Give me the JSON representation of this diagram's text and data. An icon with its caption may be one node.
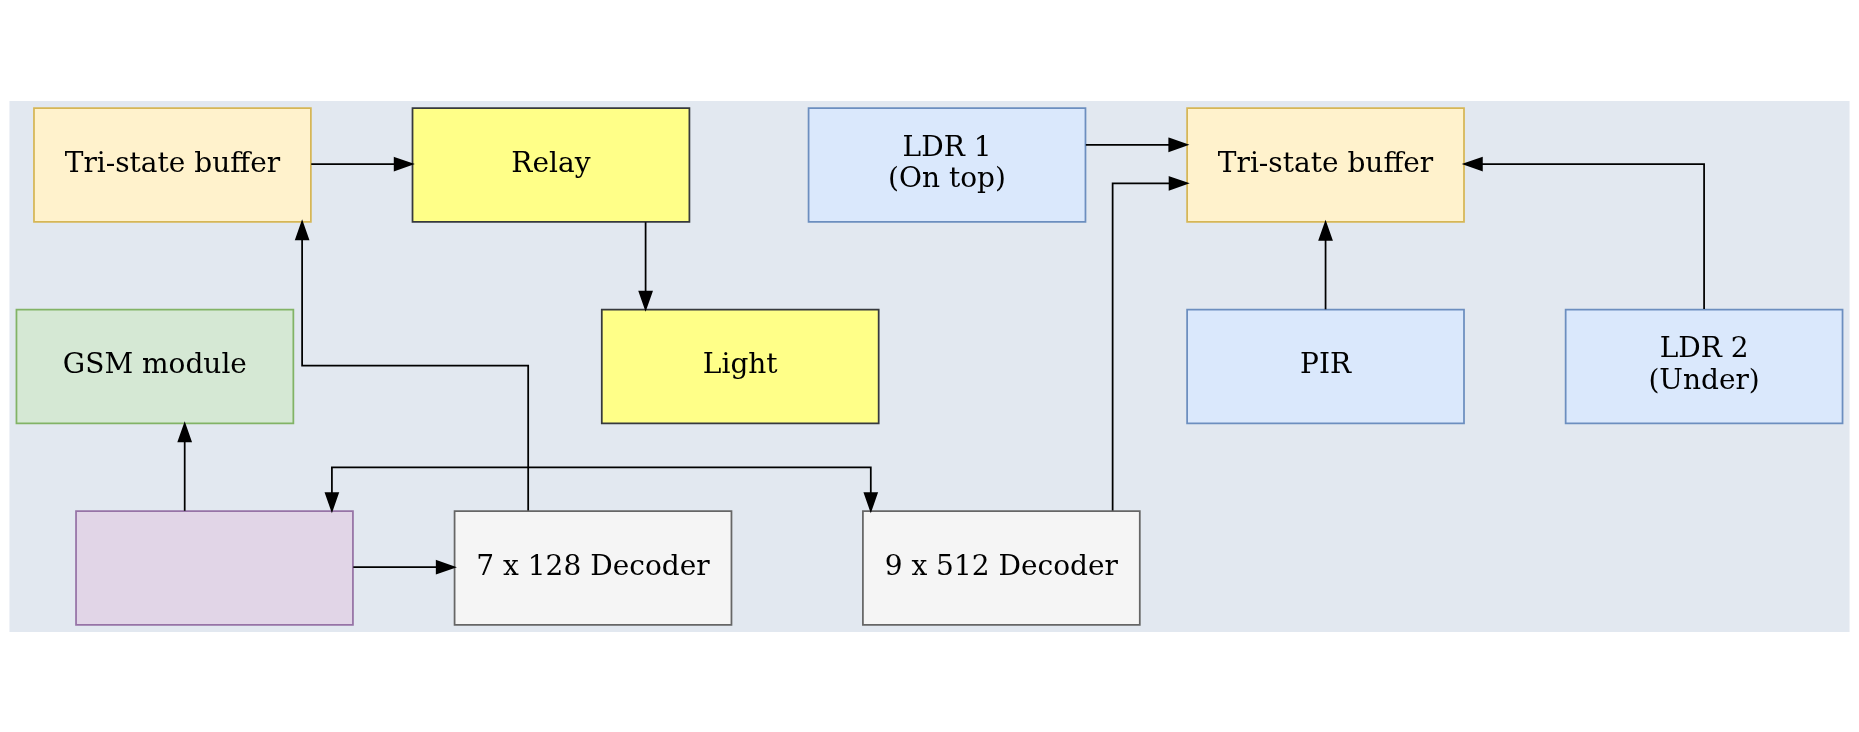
{
  "diagram": {
    "nodes": [
      {
        "text": [
          "GSM module"
        ]
      },
      {
        "text": [
          "PIR"
        ]
      },
      {
        "text": [
          "Relay"
        ]
      },
      {
        "text": [
          "Tri-state buffer"
        ]
      },
      {
        "text": [
          "Tri-state buffer"
        ]
      },
      {
        "text": [
          "LDR 1",
          "(On top)"
        ]
      },
      {
        "text": [
          "Light"
        ]
      },
      {
        "text": [
          "LDR 2",
          "(Under)"
        ]
      },
      {
        "text": [
          "7 x 128 Decoder"
        ]
      },
      {
        "text": [],
        "shape": "box"
      },
      {
        "text": [
          "9 x 512 Decoder"
        ]
      }
    ],
    "edges": [
      {
        "from": 9,
        "to": 0,
        "arrow": "to"
      },
      {
        "from": 1,
        "to": 4,
        "arrow": "to"
      },
      {
        "from": 3,
        "to": 2,
        "arrow": "to"
      },
      {
        "from": 5,
        "to": 4,
        "arrow": "to"
      },
      {
        "from": 2,
        "to": 6,
        "arrow": "to"
      },
      {
        "from": 7,
        "to": 4,
        "arrow": "to"
      },
      {
        "from": 8,
        "to": 3,
        "arrow": "to"
      },
      {
        "from": 9,
        "to": 8,
        "arrow": "to"
      },
      {
        "from": 9,
        "to": 10,
        "arrow": "both"
      },
      {
        "from": 10,
        "to": 4,
        "arrow": "to"
      }
    ]
  }
}
